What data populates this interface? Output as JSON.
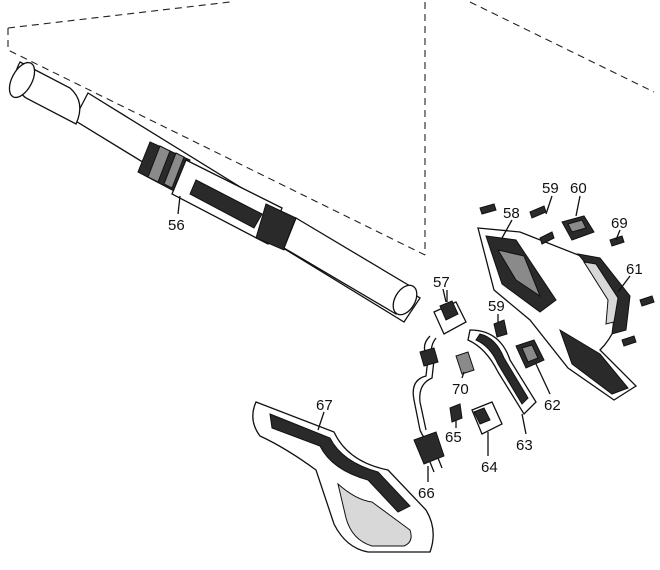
{
  "diagram": {
    "part_labels": {
      "p56": "56",
      "p57": "57",
      "p58": "58",
      "p59a": "59",
      "p59b": "59",
      "p60": "60",
      "p61": "61",
      "p62": "62",
      "p63": "63",
      "p64": "64",
      "p65": "65",
      "p66": "66",
      "p67": "67",
      "p69": "69",
      "p70": "70"
    }
  }
}
